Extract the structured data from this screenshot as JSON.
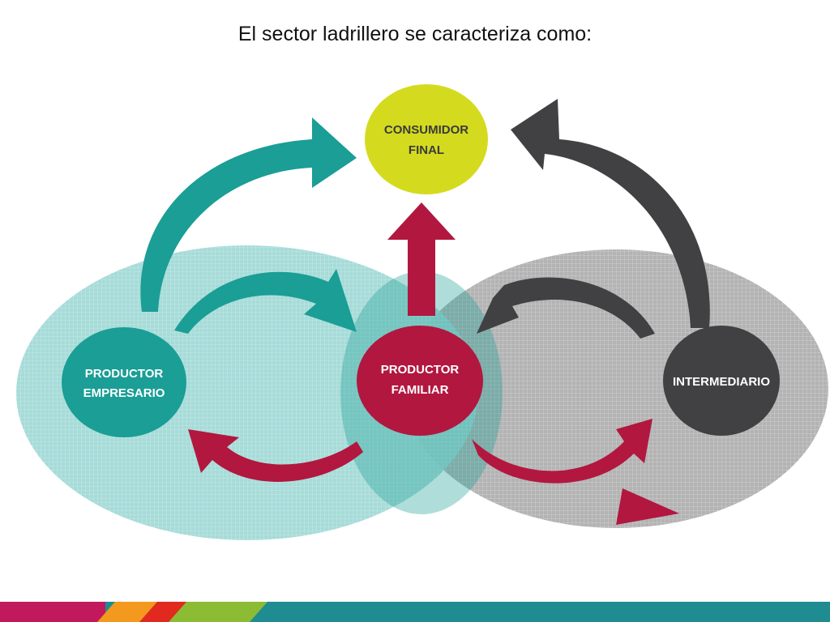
{
  "slide": {
    "title": "El sector ladrillero se caracteriza como:"
  },
  "nodes": {
    "consumidor_final": {
      "line1": "CONSUMIDOR",
      "line2": "FINAL"
    },
    "productor_empresario": {
      "line1": "PRODUCTOR",
      "line2": "EMPRESARIO"
    },
    "productor_familiar": {
      "line1": "PRODUCTOR",
      "line2": "FAMILIAR"
    },
    "intermediario": {
      "line1": "INTERMEDIARIO"
    }
  },
  "colors": {
    "teal": "#1a9e96",
    "teal_light": "#9ed8d5",
    "gray_light": "#b3b3b3",
    "dark_gray": "#414143",
    "crimson": "#b2173f",
    "lime": "#d4db1f",
    "footer_teal": "#1e8c91",
    "footer_magenta": "#c2195d",
    "footer_orange": "#f39a1e",
    "footer_red": "#e1291f",
    "footer_green": "#8cbb34"
  }
}
